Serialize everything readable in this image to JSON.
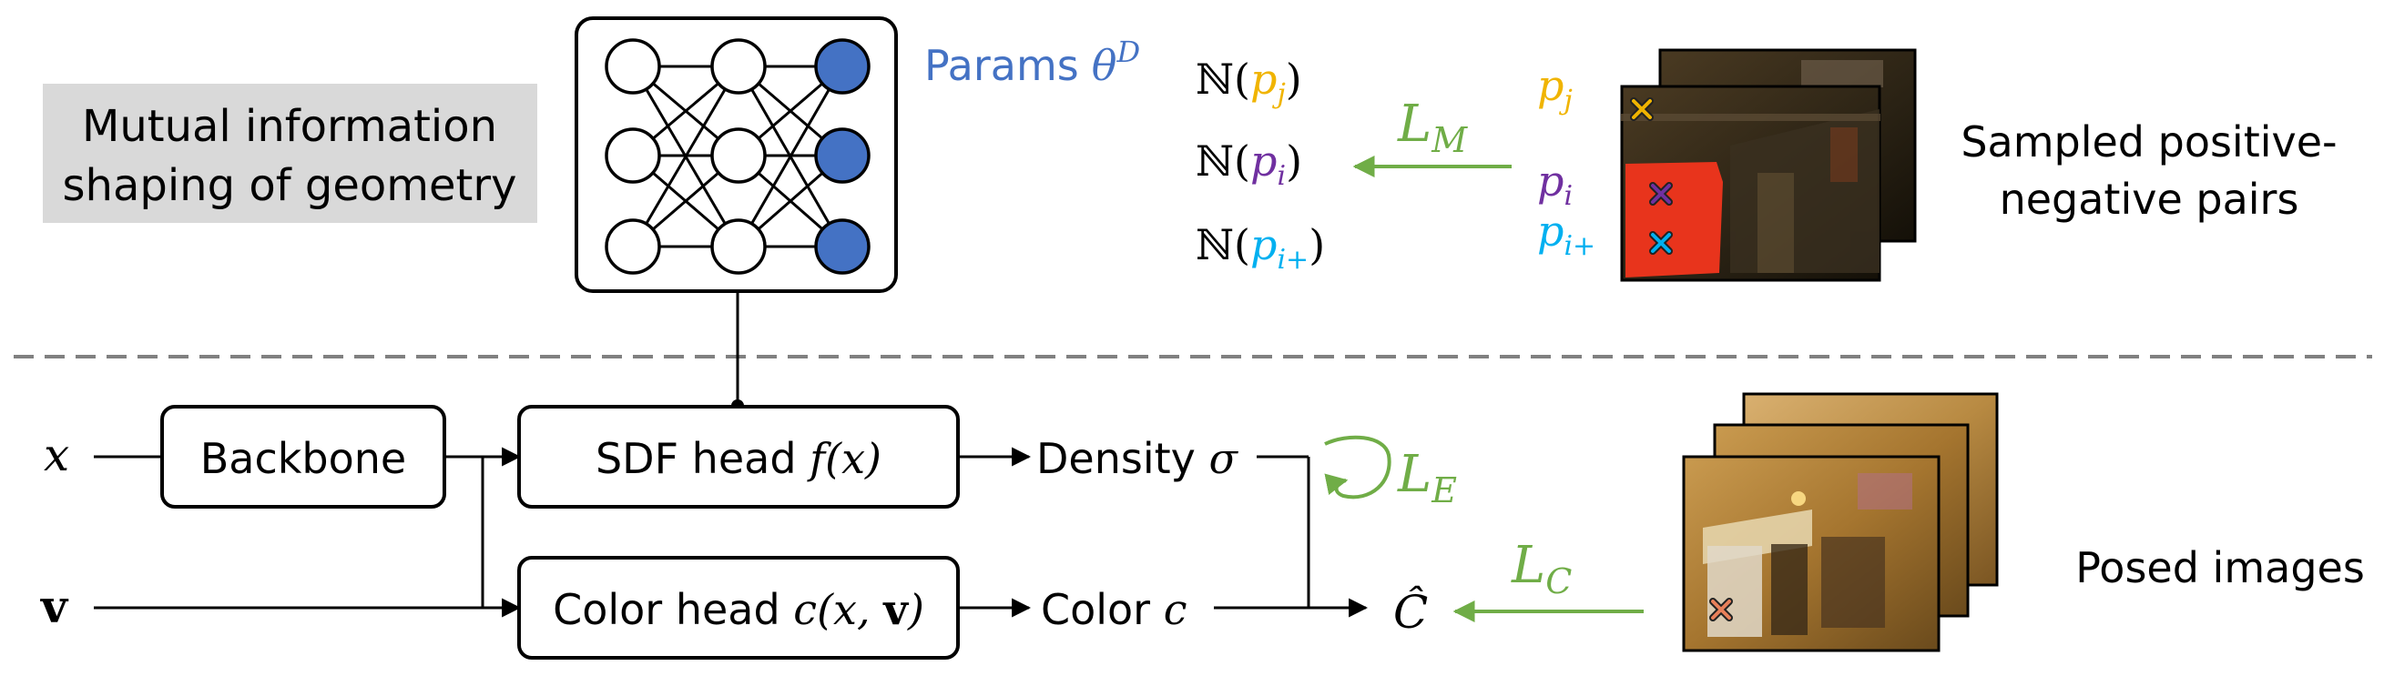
{
  "section_label": {
    "line1": "Mutual information",
    "line2": "shaping of geometry"
  },
  "params": {
    "word": "Params",
    "symbol": "θ",
    "superscript": "D"
  },
  "neighborhoods": [
    {
      "prefix": "ℕ(",
      "var": "p",
      "sub": "j",
      "suffix": ")",
      "color": "#F0B400"
    },
    {
      "prefix": "ℕ(",
      "var": "p",
      "sub": "i",
      "suffix": ")",
      "color": "#7030A0"
    },
    {
      "prefix": "ℕ(",
      "var": "p",
      "sub": "i+",
      "suffix": ")",
      "color": "#00B0F0"
    }
  ],
  "losses": {
    "mutual": {
      "letter": "L",
      "sub": "M"
    },
    "eikonal": {
      "letter": "L",
      "sub": "E"
    },
    "color": {
      "letter": "L",
      "sub": "C"
    }
  },
  "points": [
    {
      "var": "p",
      "sub": "j",
      "color": "#F0B400"
    },
    {
      "var": "p",
      "sub": "i",
      "color": "#7030A0"
    },
    {
      "var": "p",
      "sub": "i+",
      "color": "#00B0F0"
    }
  ],
  "sampled_pairs_label": {
    "line1": "Sampled positive-",
    "line2": "negative pairs"
  },
  "inputs": {
    "position": "x",
    "view": "v"
  },
  "blocks": {
    "backbone": "Backbone",
    "sdf_head": {
      "prefix": "SDF head ",
      "func": "f",
      "args": "(x)"
    },
    "color_head": {
      "prefix": "Color head ",
      "func": "c",
      "arg1": "(x, ",
      "arg2": "v",
      "arg3": ")"
    }
  },
  "outputs": {
    "density": {
      "word": "Density ",
      "symbol": "σ"
    },
    "color": {
      "word": "Color ",
      "symbol": "c"
    },
    "rendered": "Ĉ"
  },
  "posed_images_label": "Posed images",
  "colors": {
    "accent_blue": "#4472C4",
    "loss_green": "#70AD47",
    "mask_red": "#E8341C",
    "gray_box": "#D9D9D9"
  }
}
